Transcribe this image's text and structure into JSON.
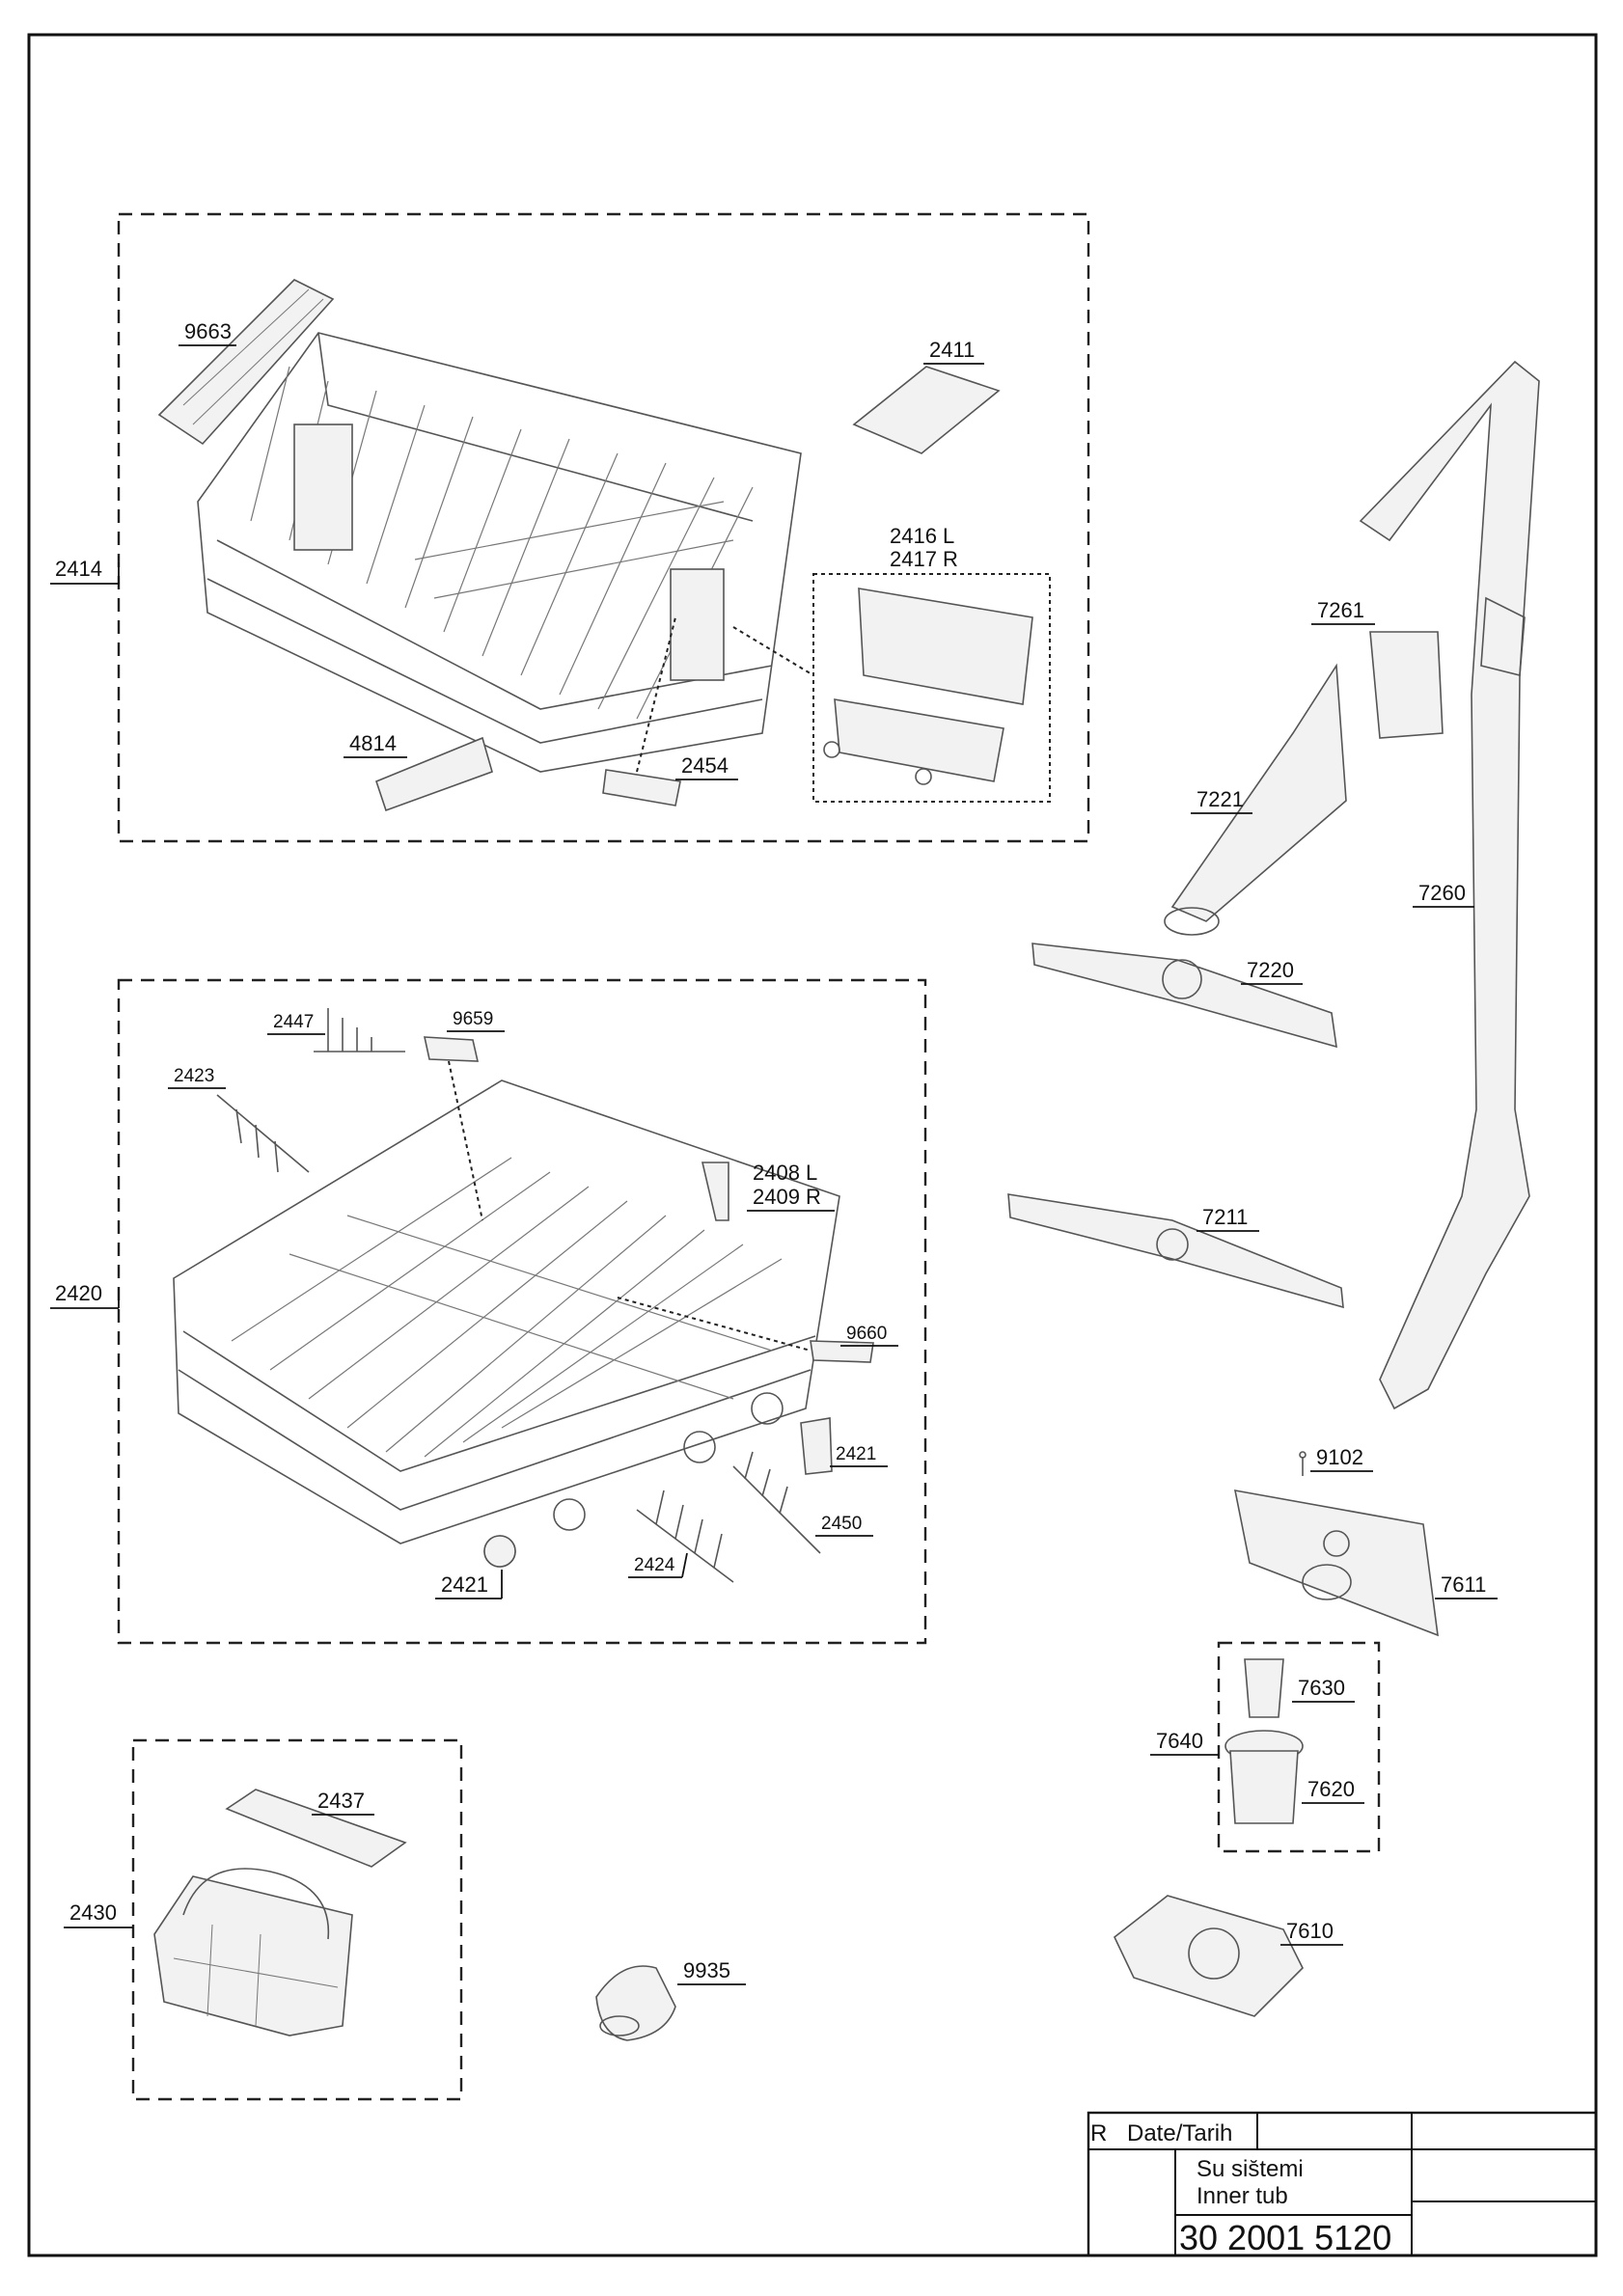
{
  "groups": {
    "upper_basket": "2414",
    "lower_basket": "2420",
    "cutlery_basket": "2430",
    "filter_group": "7640"
  },
  "parts": {
    "p9663": "9663",
    "p2411": "2411",
    "p2416": "2416 L",
    "p2417": "2417 R",
    "p4814": "4814",
    "p2454": "2454",
    "p7261": "7261",
    "p7221": "7221",
    "p7260": "7260",
    "p7220": "7220",
    "p2447": "2447",
    "p9659": "9659",
    "p2423": "2423",
    "p2408": "2408 L",
    "p2409": "2409 R",
    "p7211": "7211",
    "p9660": "9660",
    "p2421a": "2421",
    "p2450": "2450",
    "p2424": "2424",
    "p2421b": "2421",
    "p9102": "9102",
    "p7611": "7611",
    "p7630": "7630",
    "p7620": "7620",
    "p2437": "2437",
    "p9935": "9935",
    "p7610": "7610"
  },
  "title_block": {
    "rev": "R",
    "date_label": "Date/Tarih",
    "title_tr": "Su sis̆temi",
    "title_en": "Inner tub",
    "drawing_number": "30 2001 5120"
  }
}
